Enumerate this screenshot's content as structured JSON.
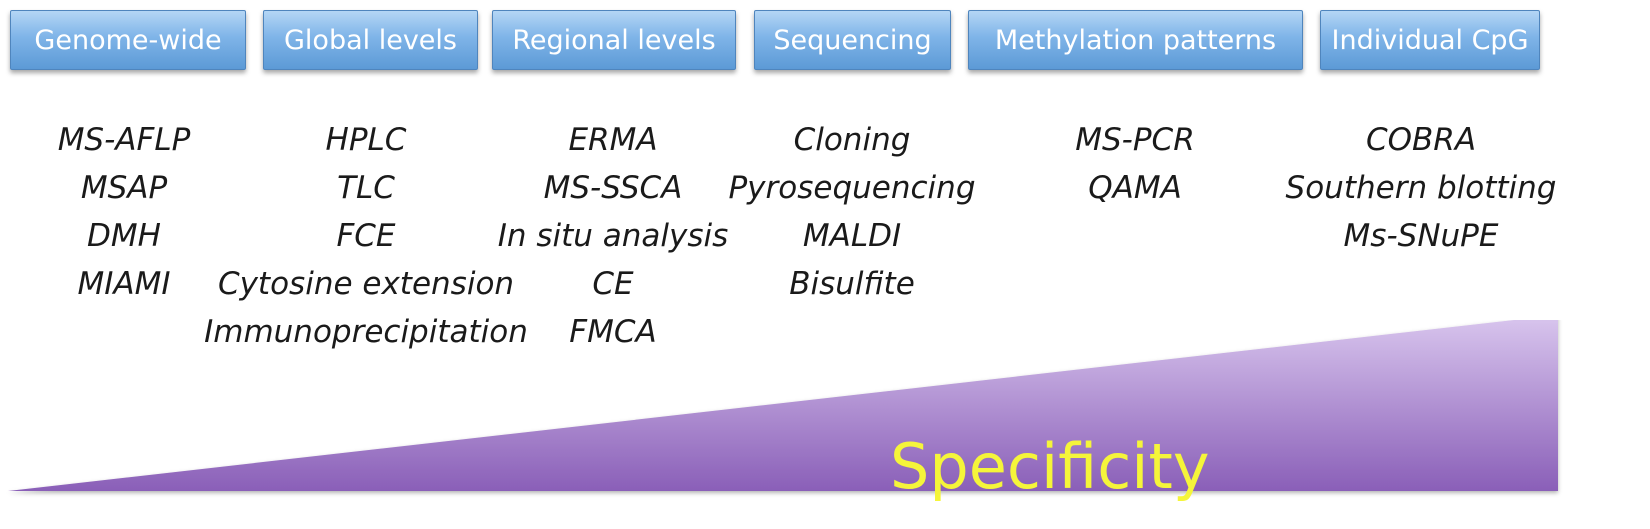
{
  "categories": [
    {
      "label": "Genome-wide",
      "methods": [
        "MS-AFLP",
        "MSAP",
        "DMH",
        "MIAMI"
      ]
    },
    {
      "label": "Global levels",
      "methods": [
        "HPLC",
        "TLC",
        "FCE",
        "Cytosine extension",
        "Immunoprecipitation"
      ]
    },
    {
      "label": "Regional levels",
      "methods": [
        "ERMA",
        "MS-SSCA",
        "In situ analysis",
        "CE",
        "FMCA"
      ]
    },
    {
      "label": "Sequencing",
      "methods": [
        "Cloning",
        "Pyrosequencing",
        "MALDI",
        "Bisulfite"
      ]
    },
    {
      "label": "Methylation patterns",
      "methods": [
        "MS-PCR",
        "QAMA"
      ]
    },
    {
      "label": "Individual CpG",
      "methods": [
        "COBRA",
        "Southern blotting",
        "Ms-SNuPE"
      ]
    }
  ],
  "specificity": {
    "label": "Specificity"
  },
  "colors": {
    "button_top": "#b4d6f5",
    "button_bottom": "#5c9ad6",
    "ramp_light": "#d9c6ee",
    "ramp_dark": "#8a5fb8",
    "label_yellow": "#f5f53a"
  }
}
